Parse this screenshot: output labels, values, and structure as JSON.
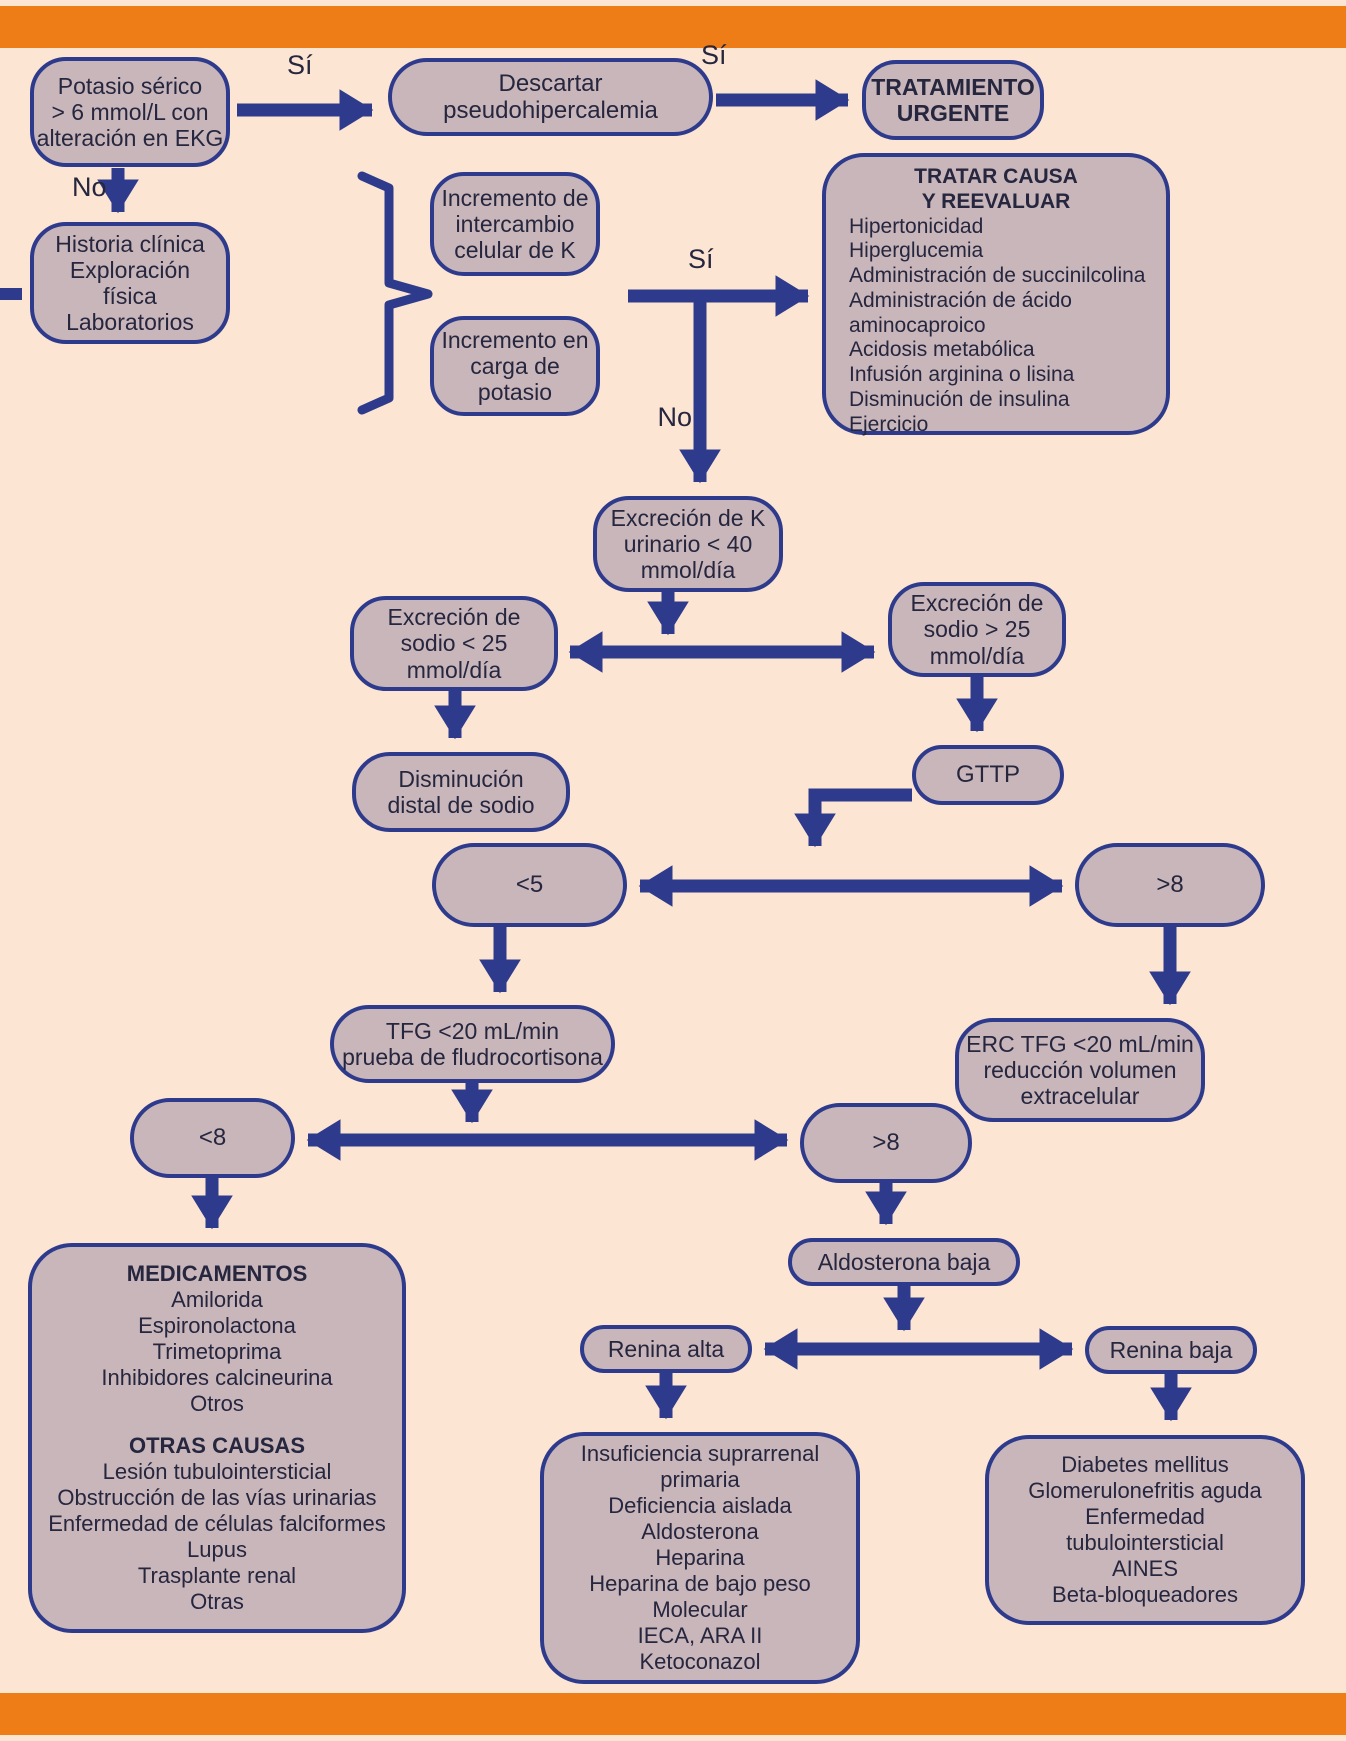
{
  "colors": {
    "background": "#fce5d2",
    "bar_orange": "#ee7d17",
    "node_fill": "#c8b6bb",
    "node_border": "#2e3b8c",
    "arrow": "#2e3b8c",
    "text": "#26263e"
  },
  "labels": {
    "si_1": "Sí",
    "si_2": "Sí",
    "si_3": "Sí",
    "no_1": "No",
    "no_2": "No"
  },
  "nodes": {
    "potasio": {
      "lines": [
        "Potasio sérico",
        "> 6 mmol/L con",
        "alteración en EKG"
      ]
    },
    "descartar": {
      "lines": [
        "Descartar",
        "pseudohipercalemia"
      ]
    },
    "tratamiento": {
      "lines": [
        "TRATAMIENTO",
        "URGENTE"
      ]
    },
    "historia": {
      "lines": [
        "Historia clínica",
        "Exploración",
        "física",
        "Laboratorios"
      ]
    },
    "incremento_intercambio": {
      "lines": [
        "Incremento de",
        "intercambio",
        "celular de K"
      ]
    },
    "incremento_carga": {
      "lines": [
        "Incremento en",
        "carga de",
        "potasio"
      ]
    },
    "tratar_causa": {
      "title_lines": [
        "TRATAR CAUSA",
        "Y REEVALUAR"
      ],
      "items": [
        "Hipertonicidad",
        "Hiperglucemia",
        "Administración de succinilcolina",
        "Administración de ácido",
        "aminocaproico",
        "Acidosis metabólica",
        "Infusión arginina o lisina",
        "Disminución de insulina",
        "Ejercicio"
      ]
    },
    "excrecion_k": {
      "lines": [
        "Excreción de K",
        "urinario < 40",
        "mmol/día"
      ]
    },
    "excrecion_na_menor": {
      "lines": [
        "Excreción de",
        "sodio < 25",
        "mmol/día"
      ]
    },
    "excrecion_na_mayor": {
      "lines": [
        "Excreción de",
        "sodio > 25",
        "mmol/día"
      ]
    },
    "disminucion_distal": {
      "lines": [
        "Disminución",
        "distal de sodio"
      ]
    },
    "gttp": {
      "label": "GTTP"
    },
    "gttp_menor_5": {
      "label": "<5"
    },
    "gttp_mayor_8": {
      "label": ">8"
    },
    "tfg": {
      "lines": [
        "TFG <20 mL/min",
        "prueba de fludrocortisona"
      ]
    },
    "erc": {
      "lines": [
        "ERC TFG <20 mL/min",
        "reducción volumen",
        "extracelular"
      ]
    },
    "menor_8": {
      "label": "<8"
    },
    "mayor_8": {
      "label": ">8"
    },
    "medicamentos": {
      "title": "MEDICAMENTOS",
      "items": [
        "Amilorida",
        "Espironolactona",
        "Trimetoprima",
        "Inhibidores calcineurina",
        "Otros"
      ],
      "title2": "OTRAS CAUSAS",
      "items2": [
        "Lesión tubulointersticial",
        "Obstrucción de las vías urinarias",
        "Enfermedad de células falciformes",
        "Lupus",
        "Trasplante renal",
        "Otras"
      ]
    },
    "aldosterona_baja": {
      "label": "Aldosterona baja"
    },
    "renina_alta": {
      "label": "Renina alta"
    },
    "renina_baja": {
      "label": "Renina baja"
    },
    "insuficiencia": {
      "lines": [
        "Insuficiencia suprarrenal",
        "primaria",
        "Deficiencia aislada",
        "Aldosterona",
        "Heparina",
        "Heparina de bajo peso",
        "Molecular",
        "IECA, ARA II",
        "Ketoconazol"
      ]
    },
    "diabetes": {
      "lines": [
        "Diabetes mellitus",
        "Glomerulonefritis aguda",
        "Enfermedad",
        "tubulointersticial",
        "AINES",
        "Beta-bloqueadores"
      ]
    }
  }
}
